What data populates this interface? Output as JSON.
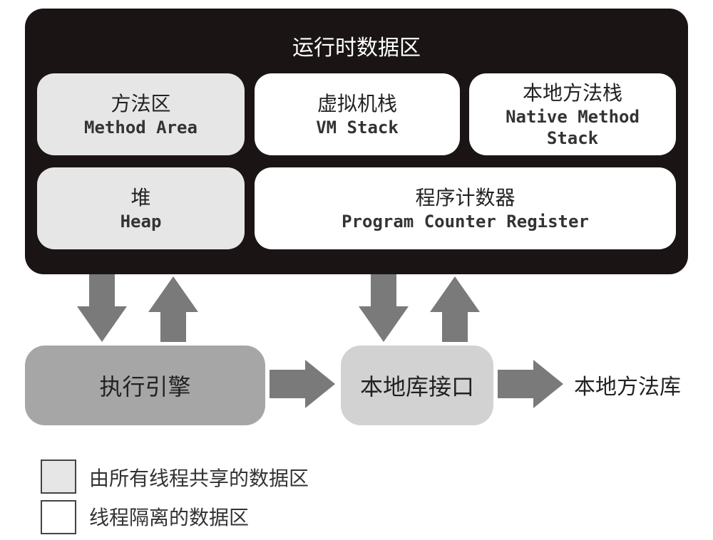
{
  "runtime_area": {
    "title": "运行时数据区",
    "method_area": {
      "zh": "方法区",
      "en": "Method Area"
    },
    "vm_stack": {
      "zh": "虚拟机栈",
      "en": "VM Stack"
    },
    "native_method_stack": {
      "zh": "本地方法栈",
      "en1": "Native Method",
      "en2": "Stack"
    },
    "heap": {
      "zh": "堆",
      "en": "Heap"
    },
    "pc_register": {
      "zh": "程序计数器",
      "en": "Program Counter Register"
    }
  },
  "execution_engine": "执行引擎",
  "native_interface": "本地库接口",
  "native_library": "本地方法库",
  "legend": {
    "shared": "由所有线程共享的数据区",
    "isolated": "线程隔离的数据区"
  },
  "colors": {
    "runtime_bg": "#1a1414",
    "shared": "#e6e6e6",
    "isolated": "#ffffff",
    "engine": "#a6a6a6",
    "interface": "#d2d2d2",
    "arrow": "#7a7a7a"
  }
}
